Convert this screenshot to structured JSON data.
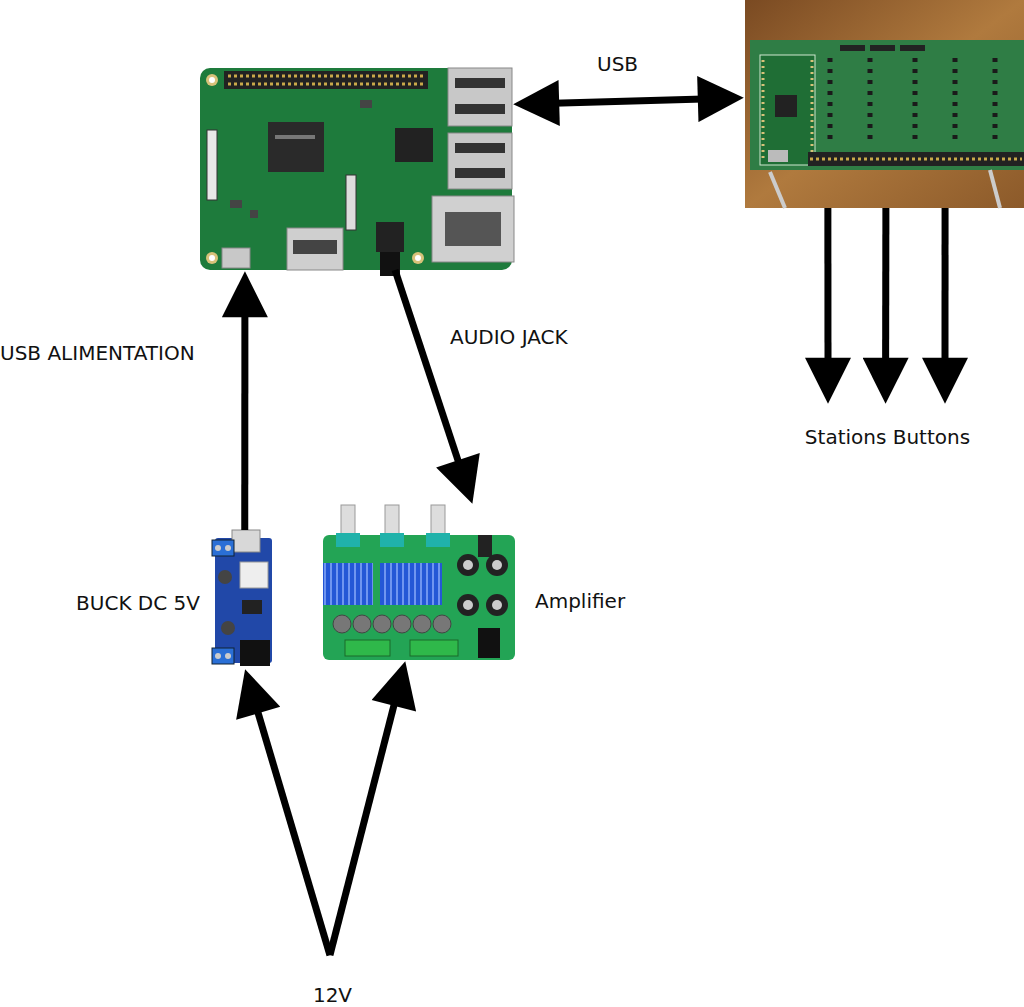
{
  "diagram": {
    "nodes": [
      {
        "text": []
      },
      {
        "text": []
      },
      {
        "text": [
          "Stations Buttons"
        ]
      },
      {
        "text": [
          "BUCK DC 5V"
        ]
      },
      {
        "text": [
          "Amplifier"
        ]
      },
      {
        "text": [
          "12V"
        ]
      }
    ],
    "edges": [
      {
        "from": 0,
        "to": 1,
        "arrow": "both",
        "label": "USB"
      },
      {
        "from": 1,
        "to": 2,
        "arrow": "to"
      },
      {
        "from": 1,
        "to": 2,
        "arrow": "to"
      },
      {
        "from": 1,
        "to": 2,
        "arrow": "to"
      },
      {
        "from": 3,
        "to": 0,
        "arrow": "to",
        "label": "USB ALIMENTATION"
      },
      {
        "from": 0,
        "to": 4,
        "arrow": "to",
        "label": "AUDIO JACK"
      },
      {
        "from": 5,
        "to": 3,
        "arrow": "to"
      },
      {
        "from": 5,
        "to": 4,
        "arrow": "to"
      }
    ]
  }
}
